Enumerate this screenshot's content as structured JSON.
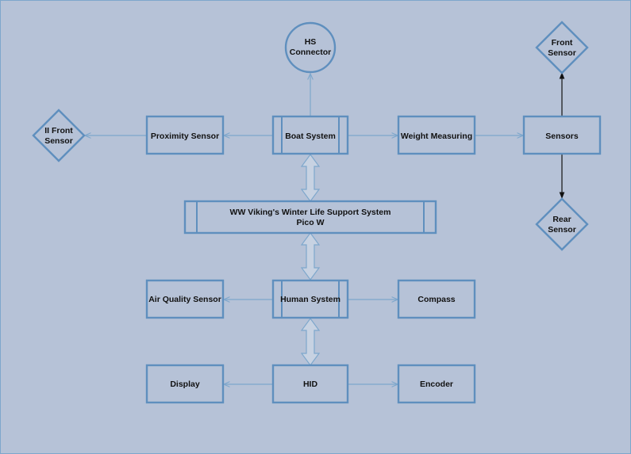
{
  "colors": {
    "background": "#b6c2d7",
    "node_fill": "#b6c2d7",
    "node_stroke": "#5f8fbe",
    "edge": "#7ea7cc",
    "edge_dark": "#111111",
    "text": "#111111"
  },
  "nodes": {
    "hs_connector": [
      "HS",
      "Connector"
    ],
    "front_sensor": [
      "Front",
      "Sensor"
    ],
    "ii_front_sensor": [
      "II Front",
      "Sensor"
    ],
    "proximity_sensor": [
      "Proximity Sensor"
    ],
    "boat_system": [
      "Boat System"
    ],
    "weight_measuring": [
      "Weight Measuring"
    ],
    "sensors": [
      "Sensors"
    ],
    "rear_sensor": [
      "Rear",
      "Sensor"
    ],
    "main_system": [
      "WW Viking's Winter Life Support System",
      "Pico W"
    ],
    "air_quality_sensor": [
      "Air Quality Sensor"
    ],
    "human_system": [
      "Human System"
    ],
    "compass": [
      "Compass"
    ],
    "display": [
      "Display"
    ],
    "hid": [
      "HID"
    ],
    "encoder": [
      "Encoder"
    ]
  }
}
